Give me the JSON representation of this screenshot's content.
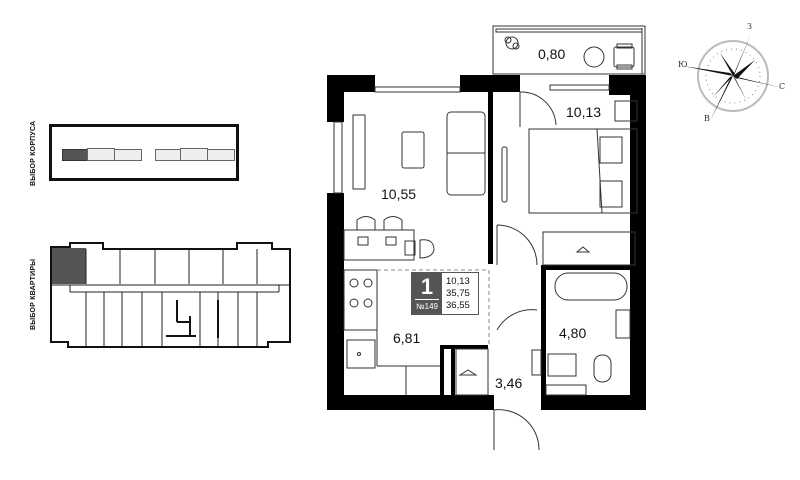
{
  "selectors": {
    "building_label": "ВЫБОР КОРПУСА",
    "apartment_label": "ВЫБОР КВАРТИРЫ",
    "buildings": [
      {
        "id": 1,
        "selected": true
      },
      {
        "id": 2,
        "selected": false
      },
      {
        "id": 3,
        "selected": false
      },
      {
        "id": 4,
        "selected": false
      },
      {
        "id": 5,
        "selected": false
      },
      {
        "id": 6,
        "selected": false
      }
    ],
    "colors": {
      "selected": "#555555",
      "unselected": "#eeeeee"
    }
  },
  "apartment": {
    "rooms_count": "1",
    "number": "№149",
    "living_area": "10,13",
    "total_area": "35,75",
    "area_with_balcony": "36,55"
  },
  "rooms": {
    "balcony": "0,80",
    "bedroom": "10,13",
    "living": "10,55",
    "kitchen": "6,81",
    "hall": "3,46",
    "bathroom": "4,80"
  },
  "compass": {
    "north": "З",
    "east": "С",
    "south": "В",
    "west": "Ю"
  }
}
